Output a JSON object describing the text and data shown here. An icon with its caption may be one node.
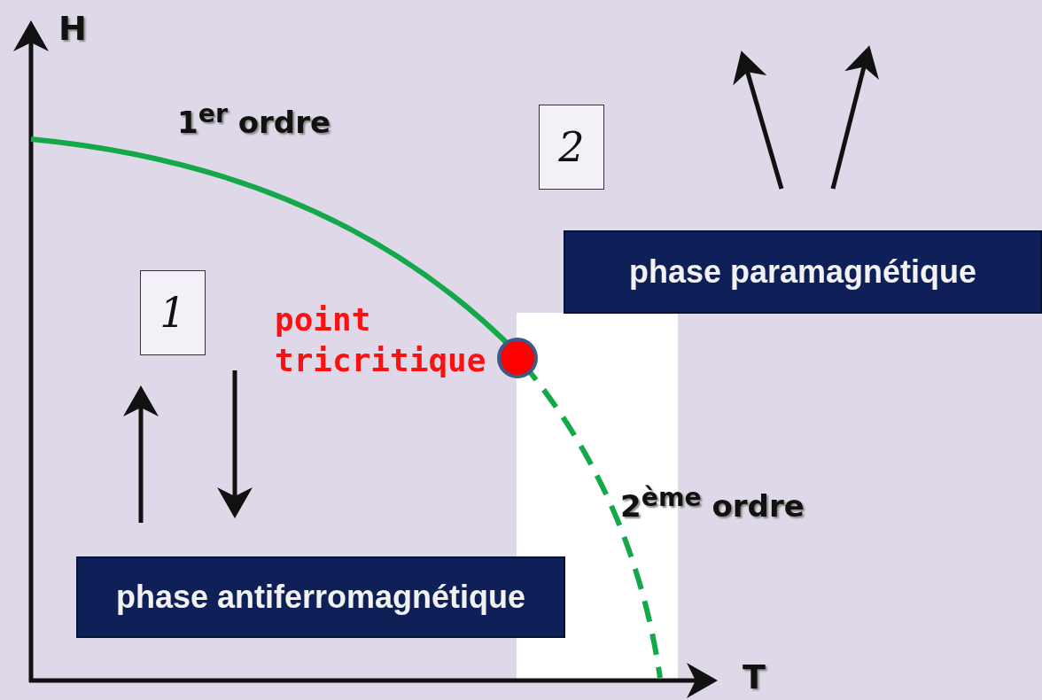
{
  "diagram": {
    "nodes": [
      {
        "text": [
          "phase antiferromagnétique"
        ]
      },
      {
        "text": [
          "phase paramagnétique"
        ]
      },
      {
        "text": [
          "1"
        ]
      },
      {
        "text": [
          "2"
        ]
      },
      {
        "text": [],
        "shape": "circle",
        "beside": [
          "point tricritique"
        ]
      }
    ],
    "labels": [
      "H",
      "1$^{er}$ ordre",
      "2$^{ème}$ ordre",
      "T"
    ]
  }
}
